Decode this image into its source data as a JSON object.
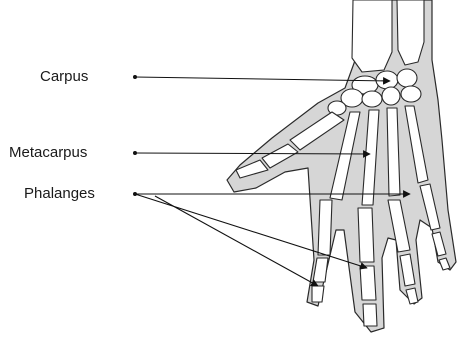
{
  "labels": {
    "carpus": "Carpus",
    "metacarpus": "Metacarpus",
    "phalanges": "Phalanges"
  },
  "colors": {
    "tissue": "#d6d6d6",
    "bone": "#ffffff",
    "outline": "#2a2a2a",
    "text": "#1a1a1a"
  }
}
